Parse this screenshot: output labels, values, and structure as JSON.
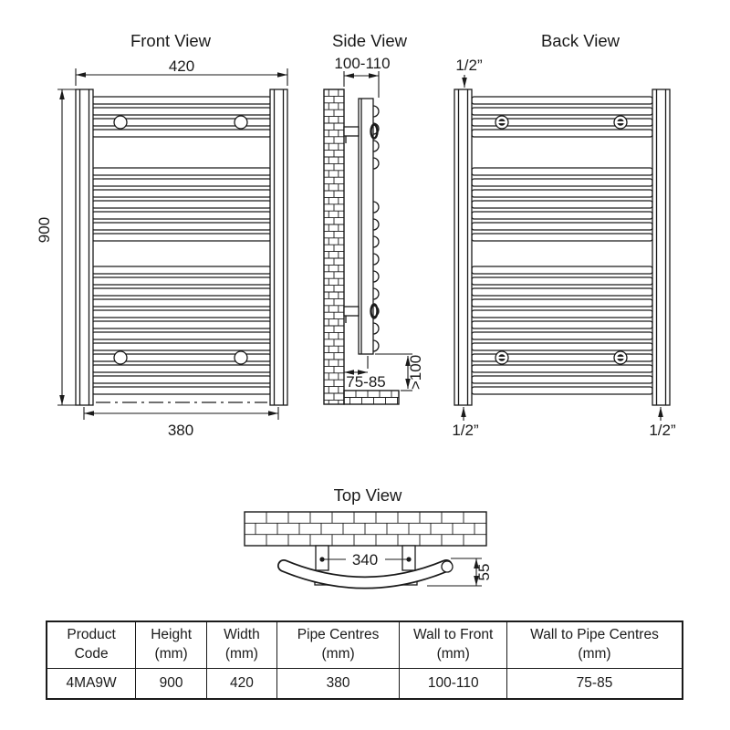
{
  "front_view": {
    "title": "Front View",
    "width_mm": "420",
    "height_mm": "900",
    "pipe_centres_mm": "380"
  },
  "side_view": {
    "title": "Side View",
    "wall_to_front_mm": "100-110",
    "wall_to_pipe_centres_mm": "75-85",
    "min_clearance_mm": ">100"
  },
  "back_view": {
    "title": "Back View",
    "top_connection": "1/2”",
    "bottom_left_connection": "1/2”",
    "bottom_right_connection": "1/2”"
  },
  "top_view": {
    "title": "Top View",
    "bracket_centres_mm": "340",
    "depth_mm": "55"
  },
  "spec_table": {
    "headers": [
      [
        "Product",
        "Code"
      ],
      [
        "Height",
        "(mm)"
      ],
      [
        "Width",
        "(mm)"
      ],
      [
        "Pipe Centres",
        "(mm)"
      ],
      [
        "Wall to Front",
        "(mm)"
      ],
      [
        "Wall to Pipe Centres",
        "(mm)"
      ]
    ],
    "row": [
      "4MA9W",
      "900",
      "420",
      "380",
      "100-110",
      "75-85"
    ]
  }
}
